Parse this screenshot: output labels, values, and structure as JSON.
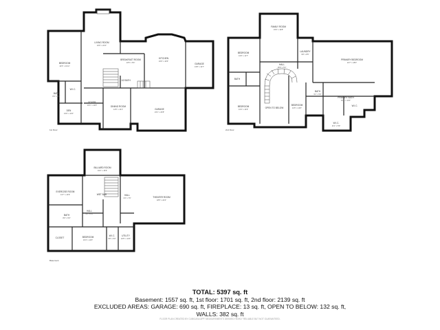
{
  "floors": {
    "first": {
      "label": "1st Floor",
      "rooms": [
        {
          "id": "living",
          "name": "LIVING ROOM",
          "dim": "16'6\" x 22'2\""
        },
        {
          "id": "bedroom1",
          "name": "BEDROOM",
          "dim": "14'0\" x 11'11\""
        },
        {
          "id": "breakfast",
          "name": "BREAKFAST ROOM",
          "dim": "13'6\" x 8'4\""
        },
        {
          "id": "kitchen",
          "name": "KITCHEN",
          "dim": "16'6\" x 16'6\""
        },
        {
          "id": "garage_small",
          "name": "GARAGE",
          "dim": "13'8\" x 10'7\""
        },
        {
          "id": "bath1",
          "name": "BATH",
          "dim": "8'4\" x 5'4\""
        },
        {
          "id": "wic1",
          "name": "W.I.C.",
          "dim": ""
        },
        {
          "id": "den",
          "name": "DEN",
          "dim": "13'0\" x 13'4\""
        },
        {
          "id": "foyer",
          "name": "FOYER",
          "dim": "10'1\" x 12'6\""
        },
        {
          "id": "dining",
          "name": "DINING ROOM",
          "dim": "14'5\" x 13'1\""
        },
        {
          "id": "garage",
          "name": "GARAGE",
          "dim": "23'1\" x 23'8\""
        },
        {
          "id": "half",
          "name": "1/2 BATH",
          "dim": ""
        }
      ]
    },
    "second": {
      "label": "2nd Floor",
      "rooms": [
        {
          "id": "family",
          "name": "FAMILY ROOM",
          "dim": "15'6\" x 19'8\""
        },
        {
          "id": "bedroom2",
          "name": "BEDROOM",
          "dim": "13'0\" x 11'7\""
        },
        {
          "id": "laundry",
          "name": "LAUNDRY",
          "dim": "9'8\" x 8'5\""
        },
        {
          "id": "primary_bed",
          "name": "PRIMARY BEDROOM",
          "dim": "22'7\" x 18'0\""
        },
        {
          "id": "hall2",
          "name": "HALL",
          "dim": "18'0\" x 5'4\""
        },
        {
          "id": "bath2",
          "name": "BATH",
          "dim": ""
        },
        {
          "id": "bedroom3",
          "name": "BEDROOM",
          "dim": "13'4\" x 13'6\""
        },
        {
          "id": "open",
          "name": "OPEN TO BELOW",
          "dim": ""
        },
        {
          "id": "bedroom4",
          "name": "BEDROOM",
          "dim": "11'5\" x 13'6\""
        },
        {
          "id": "bath3",
          "name": "BATH",
          "dim": "9'1\" x 5'9\""
        },
        {
          "id": "primary_bath",
          "name": "PRIMARY BATH",
          "dim": "15'5\" x 11'3\""
        },
        {
          "id": "wic2",
          "name": "W.I.C.",
          "dim": "11'1\" x 5'6\""
        },
        {
          "id": "wic3",
          "name": "W.I.C.",
          "dim": ""
        }
      ]
    },
    "basement": {
      "label": "Basement",
      "rooms": [
        {
          "id": "billiard",
          "name": "BILLIARD ROOM",
          "dim": "16'2\" x 15'6\""
        },
        {
          "id": "exercise",
          "name": "EXERCISE ROOM",
          "dim": "14'7\" x 14'9\""
        },
        {
          "id": "wetbar",
          "name": "WET BAR",
          "dim": ""
        },
        {
          "id": "hall3",
          "name": "HALL",
          "dim": "9'6\" x 6'4\""
        },
        {
          "id": "theater",
          "name": "THEATER ROOM",
          "dim": "18'5\" x 24'4\""
        },
        {
          "id": "bath4",
          "name": "BATH",
          "dim": "8'0\" x 5'0\""
        },
        {
          "id": "hall4",
          "name": "HALL",
          "dim": "4'4\" x 7'6\""
        },
        {
          "id": "closet",
          "name": "CLOSET",
          "dim": ""
        },
        {
          "id": "bedroom5",
          "name": "BEDROOM",
          "dim": "16'4\" x 12'6\""
        },
        {
          "id": "wic4",
          "name": "W.I.C.",
          "dim": "6'8\" x 5'0\""
        },
        {
          "id": "utility",
          "name": "UTILITY",
          "dim": "10'5\" x 12'6\""
        }
      ]
    }
  },
  "summary": {
    "total": "TOTAL: 5397 sq. ft",
    "line1": "Basement: 1557 sq. ft, 1st floor: 1701 sq. ft, 2nd floor: 2139 sq. ft",
    "line2": "EXCLUDED AREAS: GARAGE: 690 sq. ft, FIREPLACE: 13 sq. ft, OPEN TO BELOW: 132 sq. ft,",
    "line3": "WALLS: 382 sq. ft"
  },
  "disclaimer": "FLOOR PLAN CREATED BY CUBICASA APP. MEASUREMENTS DEEMED HIGHLY RELIABLE BUT NOT GUARANTEED.",
  "colors": {
    "wall": "#111111",
    "background": "#ffffff",
    "text": "#222222"
  }
}
